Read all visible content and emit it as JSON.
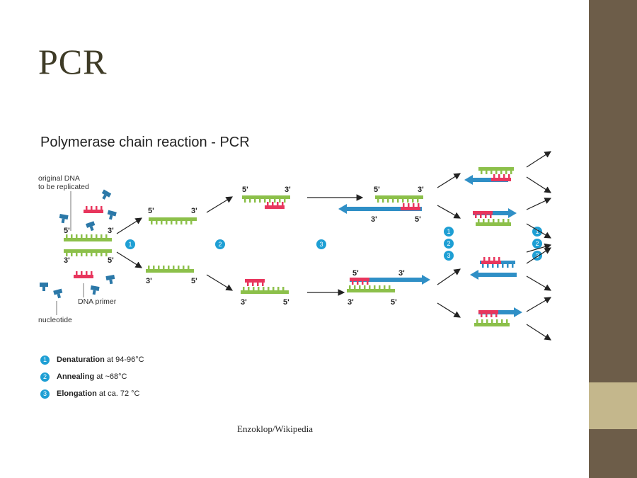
{
  "slide": {
    "title": "PCR",
    "figure_title": "Polymerase chain reaction - PCR",
    "credit": "Enzoklop/Wikipedia"
  },
  "labels": {
    "original_dna": "original DNA",
    "to_be_replicated": "to be replicated",
    "dna_primer": "DNA primer",
    "nucleotide": "nucleotide"
  },
  "ends": {
    "five": "5'",
    "three": "3'"
  },
  "steps": {
    "one": "1",
    "two": "2",
    "three": "3"
  },
  "legend": [
    {
      "num": "1",
      "bold": "Denaturation",
      "rest": " at 94-96°C"
    },
    {
      "num": "2",
      "bold": "Annealing",
      "rest": " at ~68°C"
    },
    {
      "num": "3",
      "bold": "Elongation",
      "rest": " at ca. 72 °C"
    }
  ],
  "colors": {
    "template": "#8cc04a",
    "primer": "#e8365d",
    "new_strand": "#2f8fc6",
    "nucleotide": "#2b78a8",
    "step_circle": "#1e9fd4",
    "sidebar": "#6d5d49",
    "sidebar_accent": "#c4b78c"
  }
}
